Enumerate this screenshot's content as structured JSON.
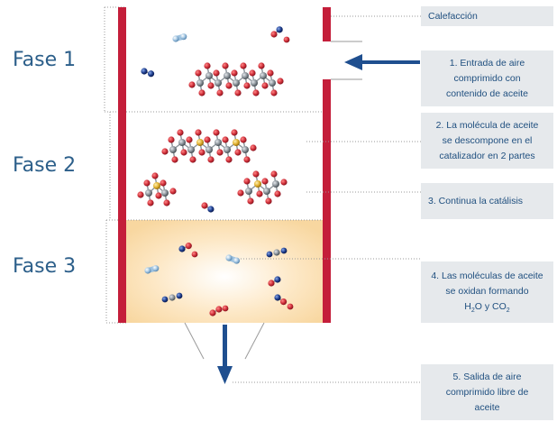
{
  "phases": [
    "Fase 1",
    "Fase 2",
    "Fase 3"
  ],
  "labels": {
    "heating": "Calefacción",
    "step1": [
      "1. Entrada de aire",
      "comprimido con",
      "contenido de aceite"
    ],
    "step2": [
      "2. La molécula de aceite",
      "se descompone en el",
      "catalizador en 2 partes"
    ],
    "step3": "3. Continua la catálisis",
    "step4": [
      "4. Las moléculas de aceite",
      "se oxidan formando"
    ],
    "step4_formula": {
      "h": "H",
      "h_sub": "2",
      "mid": "O y CO",
      "co_sub": "2"
    },
    "step5": [
      "5. Salida de aire",
      "comprimido libre de",
      "aceite"
    ]
  },
  "colors": {
    "heater": "#c41e3a",
    "arrow": "#1f4f8f",
    "label_bg": "#e6e9ec",
    "label_text": "#1f4f7f",
    "phase_text": "#2c5f8a",
    "oxygen": "#d0303a",
    "carbon": "#8a9299",
    "sulfur": "#e0b030",
    "nitrogen": "#1f3f8f",
    "water": "#9fc3e0"
  }
}
